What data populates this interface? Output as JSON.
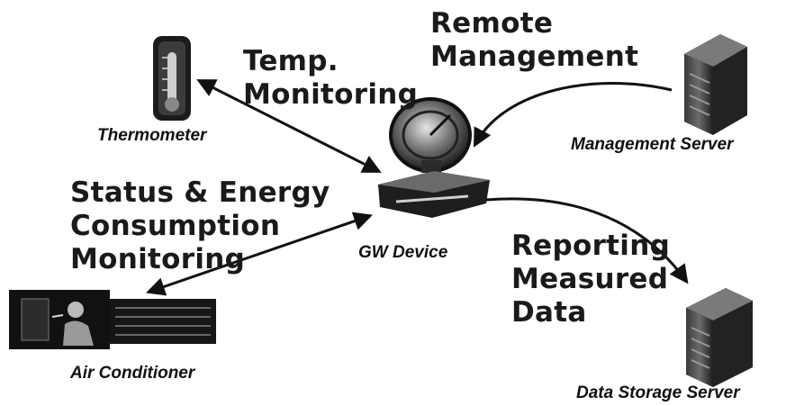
{
  "labels": {
    "temp_monitoring": [
      "Temp.",
      "Monitoring"
    ],
    "remote_management": [
      "Remote",
      "Management"
    ],
    "status_energy": [
      "Status & Energy",
      "Consumption",
      "Monitoring"
    ],
    "reporting": [
      "Reporting",
      "Measured",
      "Data"
    ]
  },
  "devices": {
    "thermometer": "Thermometer",
    "management_server": "Management Server",
    "gw_device": "GW Device",
    "air_conditioner": "Air Conditioner",
    "data_storage_server": "Data Storage Server"
  },
  "colors": {
    "ink": "#111111",
    "device_dark": "#1b1b1b",
    "device_mid": "#5a5a5a",
    "device_light": "#d9d9d9"
  }
}
